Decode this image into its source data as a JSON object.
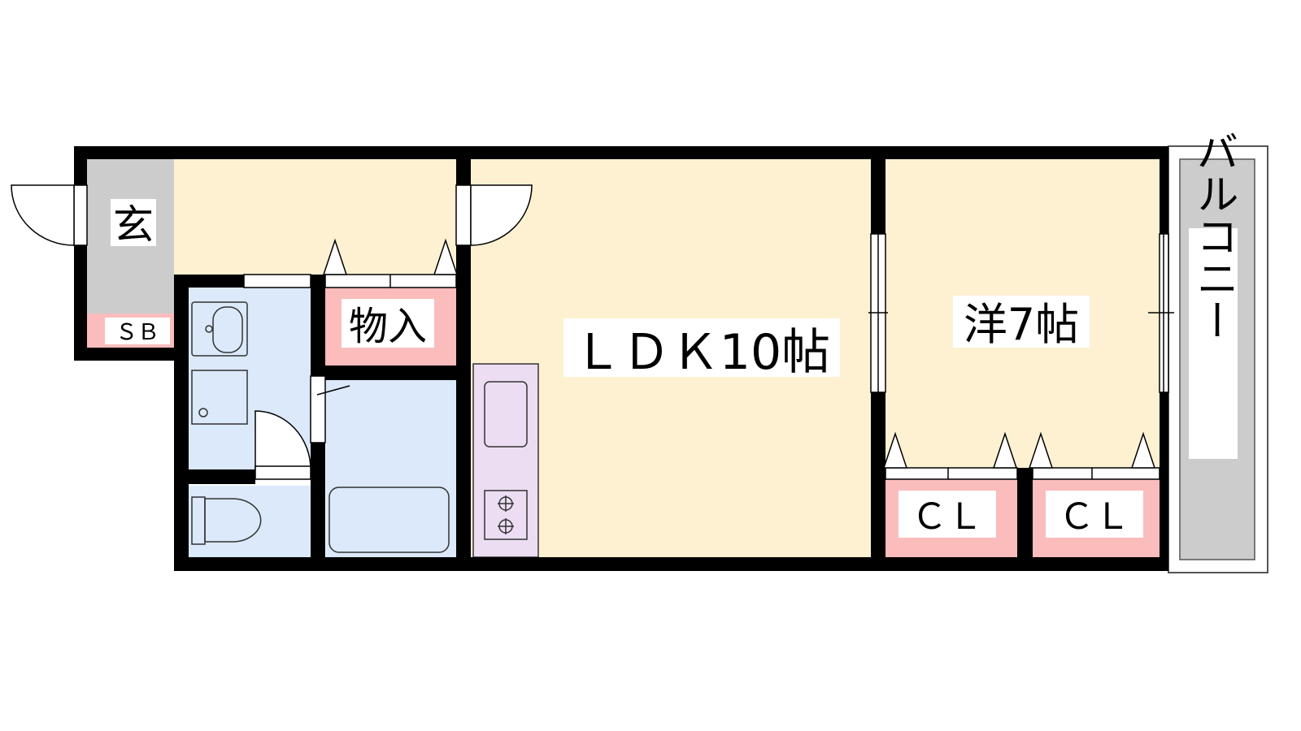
{
  "rooms": {
    "entrance": "玄",
    "shoe_box": "ＳＢ",
    "storage": "物入",
    "ldk": "ＬＤＫ10帖",
    "western_room": "洋7帖",
    "closet_left": "ＣＬ",
    "closet_right": "ＣＬ",
    "balcony": "バルコニー"
  },
  "colors": {
    "wall": "#000000",
    "floor_wood": "#fdf1d2",
    "wet_area": "#dbe9fb",
    "storage": "#fbbcbc",
    "entrance": "#cccccc",
    "kitchen": "#ecddf2",
    "balcony": "#cccccc"
  }
}
